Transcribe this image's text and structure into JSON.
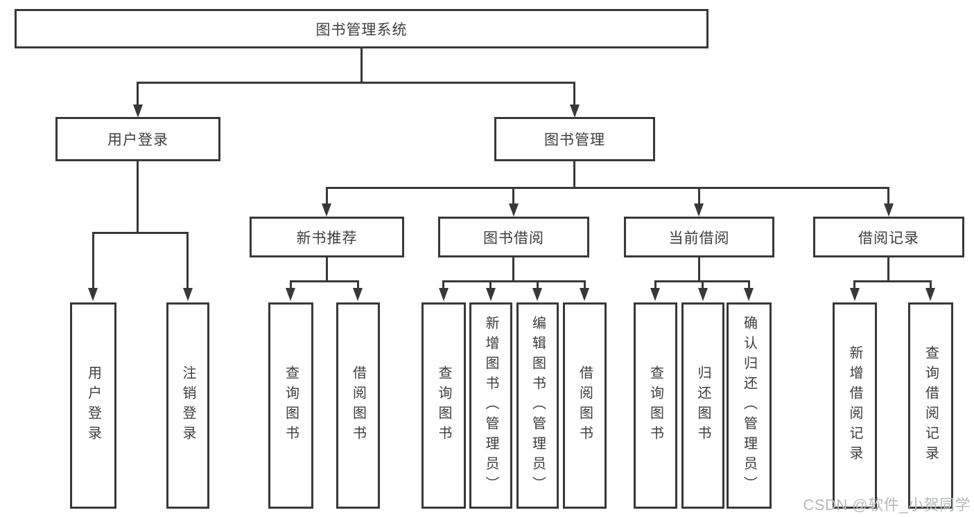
{
  "diagram": {
    "root": {
      "label": "图书管理系统"
    },
    "level2": [
      {
        "label": "用户登录",
        "leaves": [
          {
            "label": "用户登录"
          },
          {
            "label": "注销登录"
          }
        ]
      },
      {
        "label": "图书管理"
      }
    ],
    "level3": [
      {
        "label": "新书推荐",
        "leaves": [
          {
            "label": "查询图书"
          },
          {
            "label": "借阅图书"
          }
        ]
      },
      {
        "label": "图书借阅",
        "leaves": [
          {
            "label": "查询图书"
          },
          {
            "label": "新增图书（管理员）"
          },
          {
            "label": "编辑图书（管理员）"
          },
          {
            "label": "借阅图书"
          }
        ]
      },
      {
        "label": "当前借阅",
        "leaves": [
          {
            "label": "查询图书"
          },
          {
            "label": "归还图书"
          },
          {
            "label": "确认归还（管理员）"
          }
        ]
      },
      {
        "label": "借阅记录",
        "leaves": [
          {
            "label": "新增借阅记录"
          },
          {
            "label": "查询借阅记录"
          }
        ]
      }
    ]
  },
  "watermark": {
    "text": "CSDN @软件_小贺同学"
  },
  "colors": {
    "line": "#383838",
    "text": "#3d3d3d",
    "watermark": "#b6b8ba",
    "background": "#ffffff"
  }
}
